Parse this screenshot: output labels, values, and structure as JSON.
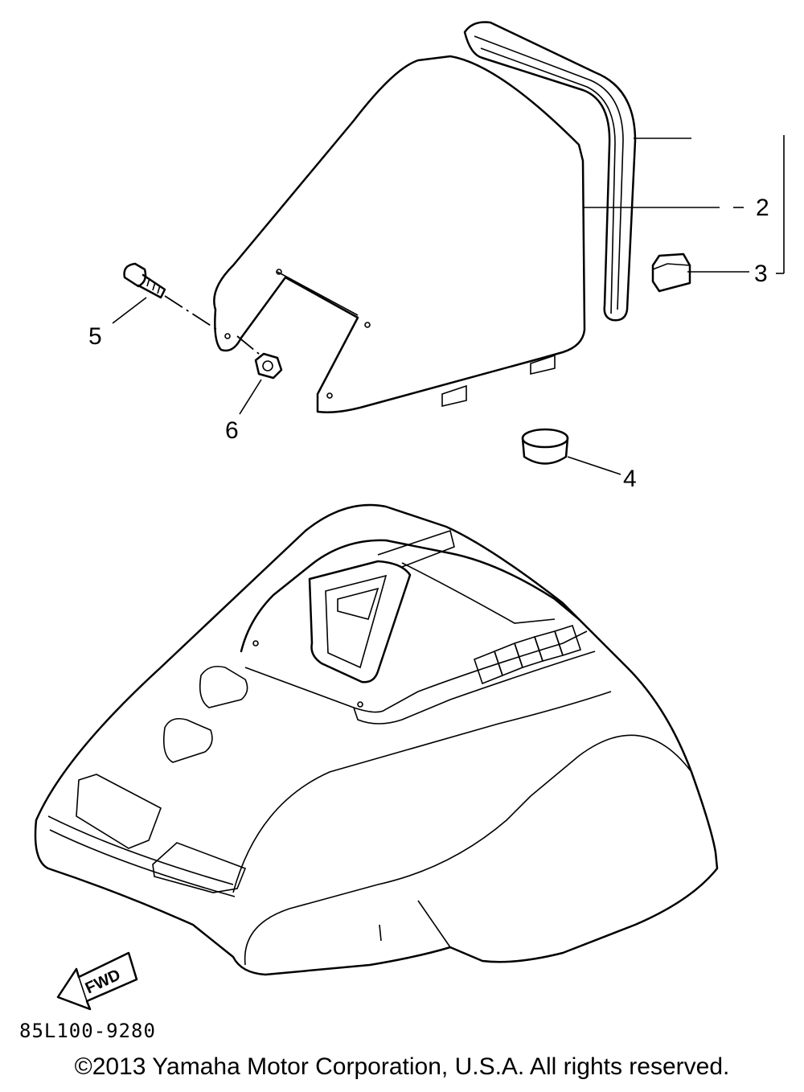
{
  "callouts": [
    "2",
    "3",
    "4",
    "5",
    "6"
  ],
  "fwd_label": "FWD",
  "diagram_code": "85L100-9280",
  "copyright": "©2013 Yamaha Motor Corporation, U.S.A. All rights reserved."
}
